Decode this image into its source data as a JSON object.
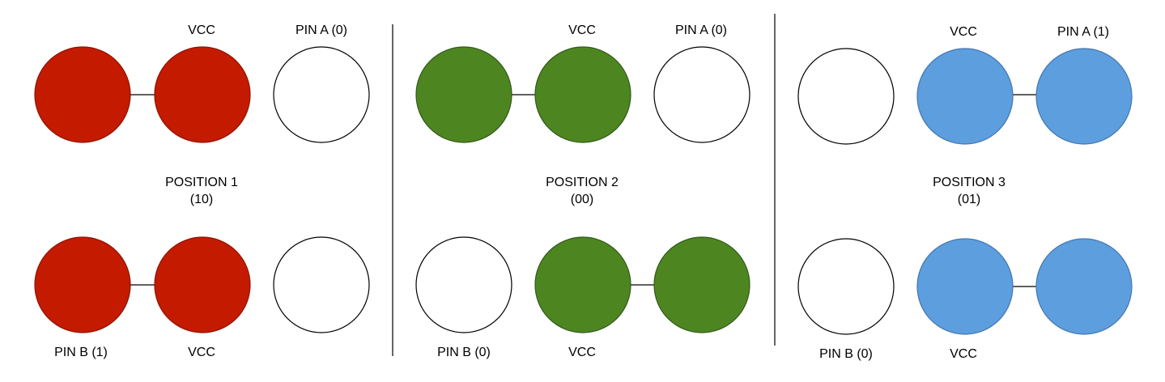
{
  "colors": {
    "red_fill": "#c41a00",
    "red_stroke": "#8e1400",
    "green_fill": "#4d8621",
    "green_stroke": "#33591a",
    "blue_fill": "#5c9ede",
    "blue_stroke": "#4577b0",
    "empty_fill": "#ffffff",
    "empty_stroke": "#000000"
  },
  "panels": [
    {
      "label_line1": "POSITION 1",
      "label_line2": "(10)",
      "top_left_label": "VCC",
      "top_right_label": "PIN A (0)",
      "bottom_left_label": "PIN B (1)",
      "bottom_right_label": "VCC"
    },
    {
      "label_line1": "POSITION 2",
      "label_line2": "(00)",
      "top_left_label": "VCC",
      "top_right_label": "PIN A (0)",
      "bottom_left_label": "PIN B (0)",
      "bottom_right_label": "VCC"
    },
    {
      "label_line1": "POSITION 3",
      "label_line2": "(01)",
      "top_left_label": "VCC",
      "top_right_label": "PIN A (1)",
      "bottom_left_label": "PIN B (0)",
      "bottom_right_label": "VCC"
    }
  ]
}
